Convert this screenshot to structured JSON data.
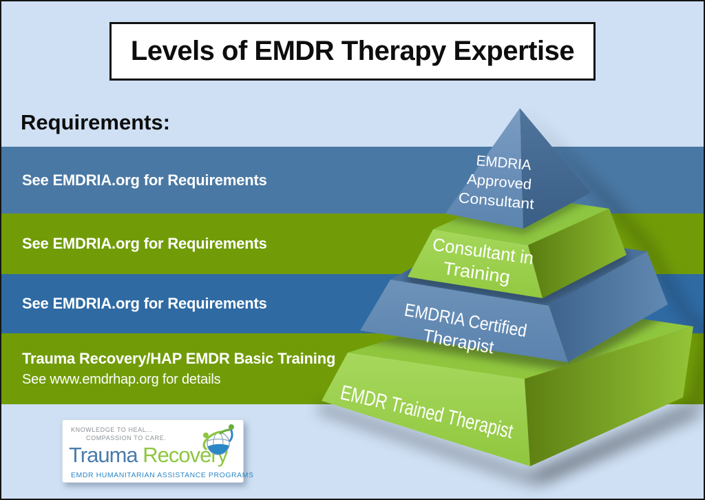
{
  "title": "Levels of EMDR Therapy Expertise",
  "requirements_heading": "Requirements:",
  "rows": [
    {
      "text": "See EMDRIA.org for Requirements",
      "band_color": "#4a78a4"
    },
    {
      "text": "See EMDRIA.org for Requirements",
      "band_color": "#719c08"
    },
    {
      "text": "See EMDRIA.org for Requirements",
      "band_color": "#2f6aa3"
    },
    {
      "title": "Trauma Recovery/HAP EMDR Basic Training",
      "subtitle": "See www.emdrhap.org for details",
      "band_color": "#719c08"
    }
  ],
  "pyramid": {
    "levels": [
      {
        "name": "EMDRIA Approved Consultant",
        "lines": [
          "EMDRIA",
          "Approved",
          "Consultant"
        ],
        "color": "#6a8fb8"
      },
      {
        "name": "Consultant in Training",
        "lines": [
          "Consultant in",
          "Training"
        ],
        "color": "#9ed452"
      },
      {
        "name": "EMDRIA Certified Therapist",
        "lines": [
          "EMDRIA Certified",
          "Therapist"
        ],
        "color": "#5a81ac"
      },
      {
        "name": "EMDR Trained Therapist",
        "lines": [
          "EMDR Trained Therapist"
        ],
        "color": "#9ed452"
      }
    ]
  },
  "logo": {
    "tagline_line1": "KNOWLEDGE TO HEAL...",
    "tagline_line2": "COMPASSION TO CARE.",
    "brand_word_blue": "Trauma",
    "brand_word_green": "Recovery",
    "subtitle": "EMDR HUMANITARIAN ASSISTANCE PROGRAMS",
    "icon": "globe-icon"
  },
  "palette": {
    "background_light_blue": "#cfe0f4",
    "band_blue": "#4a78a4",
    "band_blue_dark": "#2f6aa3",
    "band_green": "#719c08",
    "pyramid_green_front": "#9ed452",
    "pyramid_blue_front": "#5a81ac",
    "text_white": "#ffffff",
    "text_black": "#0d0d0d",
    "logo_blue": "#4a7ca9",
    "logo_green": "#8dc63f",
    "logo_bright_blue": "#2d87c5",
    "logo_gray": "#8a9095"
  }
}
